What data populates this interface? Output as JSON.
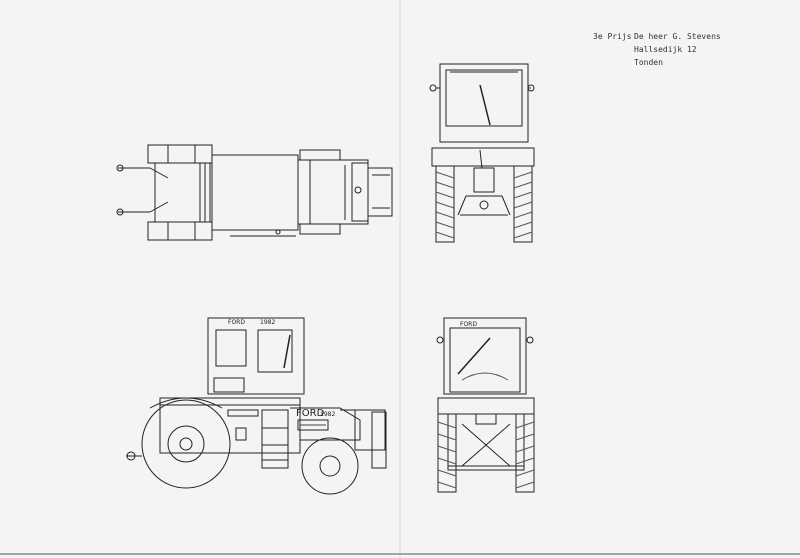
{
  "caption": {
    "prize": "3e Prijs",
    "name": "De heer G. Stevens",
    "street": "Hallsedijk 12",
    "town": "Tonden"
  },
  "tractor": {
    "brand_body": "FORD",
    "model_body": "1982",
    "brand_cab_side": "FORD",
    "model_cab_side": "1982",
    "brand_cab_rear": "FORD"
  }
}
